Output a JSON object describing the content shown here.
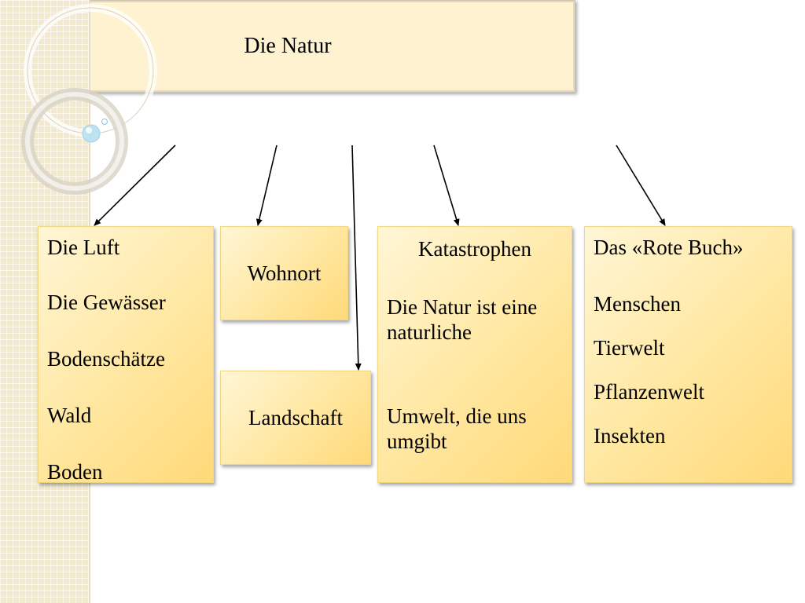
{
  "title": "Die Natur",
  "boxes": {
    "luft": {
      "items": [
        "Die Luft",
        "Die Gewässer",
        "Bodenschätze",
        "Wald",
        "Boden"
      ]
    },
    "wohnort": {
      "label": "Wohnort"
    },
    "landschaft": {
      "label": "Landschaft"
    },
    "katastrophen": {
      "heading": "Katastrophen",
      "para1": "Die Natur ist eine naturliche",
      "para2": "Umwelt, die uns umgibt"
    },
    "rote_buch": {
      "heading": "Das «Rote Buch»",
      "items": [
        "Menschen",
        "Tierwelt",
        "Pflanzenwelt",
        "Insekten"
      ]
    }
  },
  "colors": {
    "box_fill_light": "#fff6d6",
    "box_fill_dark": "#ffd978",
    "title_fill": "#fef2d0",
    "side_strip": "#f3e9cc",
    "arrow": "#000000"
  }
}
